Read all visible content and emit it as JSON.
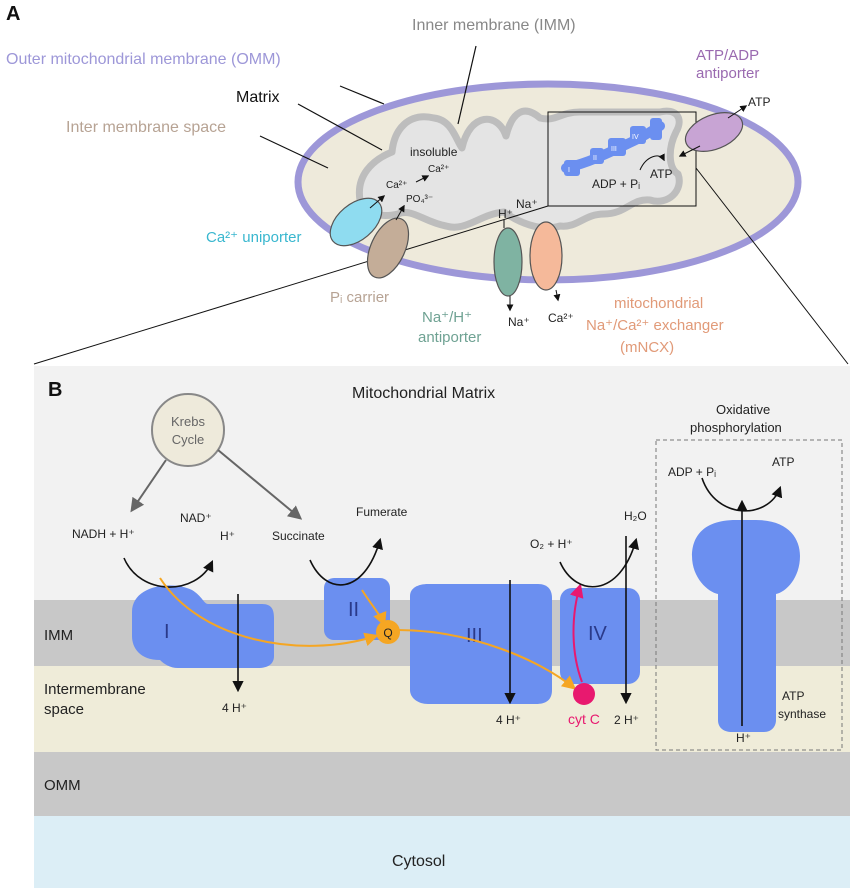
{
  "panel_a": {
    "letter": "A",
    "omm_label": "Outer mitochondrial membrane (OMM)",
    "imm_label": "Inner membrane (IMM)",
    "matrix_label": "Matrix",
    "ims_label": "Inter membrane space",
    "insoluble": "insoluble",
    "ca2_a": "Ca²⁺",
    "ca2_b": "Ca²⁺",
    "po4": "PO₄³⁻",
    "adp_pi": "ADP + Pᵢ",
    "atp_in": "ATP",
    "atp_out": "ATP",
    "atp_adp_line1": "ATP/ADP",
    "atp_adp_line2": "antiporter",
    "ca_uniporter": "Ca²⁺ uniporter",
    "pi_carrier": "Pᵢ carrier",
    "h_top": "H⁺",
    "na_top": "Na⁺",
    "na_bottom": "Na⁺",
    "ca_bottom": "Ca²⁺",
    "nah_line1": "Na⁺/H⁺",
    "nah_line2": "antiporter",
    "mncx_line1": "mitochondrial",
    "mncx_line2": "Na⁺/Ca²⁺ exchanger",
    "mncx_line3": "(mNCX)",
    "mini_I": "I",
    "mini_II": "II",
    "mini_III": "III",
    "mini_IV": "IV"
  },
  "panel_b": {
    "letter": "B",
    "matrix_title": "Mitochondrial Matrix",
    "krebs_line1": "Krebs",
    "krebs_line2": "Cycle",
    "nadh": "NADH + H⁺",
    "nad": "NAD⁺",
    "h_plus_1": "H⁺",
    "succinate": "Succinate",
    "fumerate": "Fumerate",
    "o2": "O₂ + H⁺",
    "h2o": "H₂O",
    "ox_line1": "Oxidative",
    "ox_line2": "phosphorylation",
    "adp_pi": "ADP + Pᵢ",
    "atp": "ATP",
    "imm": "IMM",
    "ims_line1": "Intermembrane",
    "ims_line2": "space",
    "omm": "OMM",
    "cytosol": "Cytosol",
    "complex_I": "I",
    "complex_II": "II",
    "complex_III": "III",
    "complex_IV": "IV",
    "q": "Q",
    "four_h_1": "4 H⁺",
    "four_h_2": "4 H⁺",
    "two_h": "2 H⁺",
    "cyt_c": "cyt C",
    "h_synthase": "H⁺",
    "atp_synthase_line1": "ATP",
    "atp_synthase_line2": "synthase"
  },
  "colors": {
    "omm_purple": "#9d97d8",
    "ims_beige": "#eeeadb",
    "matrix_grey": "#e4e4e4",
    "complex_blue": "#6b8ff0",
    "membrane_grey": "#c8c8c8",
    "ims_band": "#efecd9",
    "cytosol_blue": "#dceef6",
    "q_orange": "#f5a623",
    "cytc_pink": "#e8196f",
    "uniporter_cyan": "#8fdcf0",
    "pi_carrier_tan": "#c4ad98",
    "nah_green": "#7fb3a2",
    "mncx_salmon": "#f5b99a",
    "atpadp_lilac": "#c8a4d4"
  }
}
